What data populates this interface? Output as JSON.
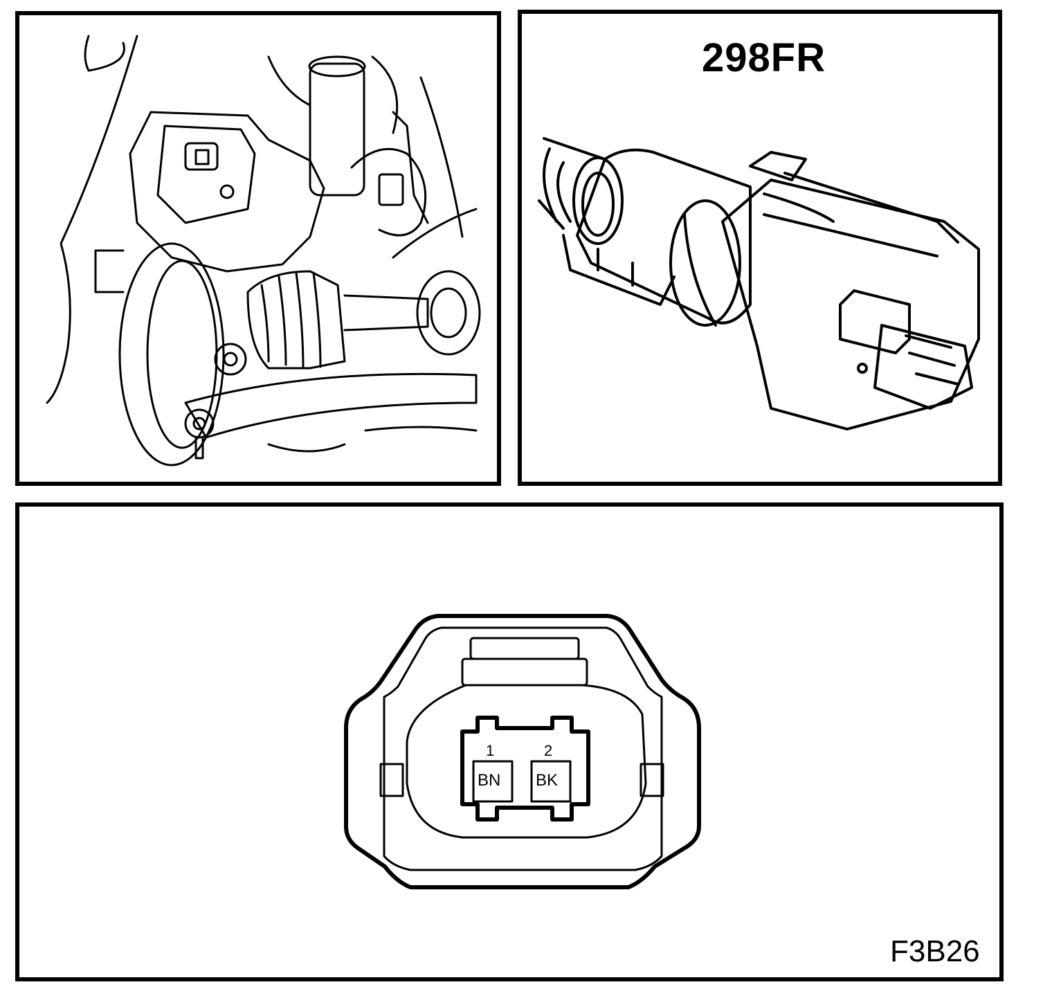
{
  "sensor_view": {
    "part_code": "298FR"
  },
  "connector_view": {
    "pins": [
      {
        "number": "1",
        "wire_color": "BN"
      },
      {
        "number": "2",
        "wire_color": "BK"
      }
    ],
    "figure_id": "F3B26"
  }
}
